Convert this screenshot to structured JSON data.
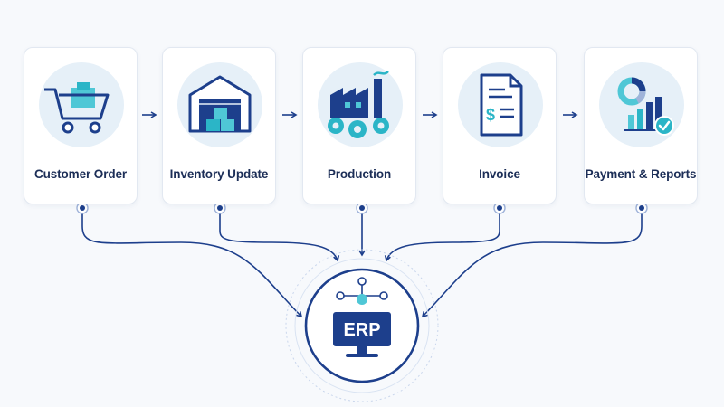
{
  "steps": [
    {
      "label": "Customer Order",
      "icon": "shopping-cart-icon"
    },
    {
      "label": "Inventory Update",
      "icon": "warehouse-icon"
    },
    {
      "label": "Production",
      "icon": "factory-icon"
    },
    {
      "label": "Invoice",
      "icon": "invoice-icon"
    },
    {
      "label": "Payment & Reports",
      "icon": "report-chart-icon"
    }
  ],
  "hub": {
    "label": "ERP",
    "icon": "erp-monitor-icon"
  },
  "colors": {
    "navy": "#1d3f8c",
    "teal": "#2bb5c7",
    "cyan": "#4fc7d6",
    "background": "#f7f9fc"
  }
}
